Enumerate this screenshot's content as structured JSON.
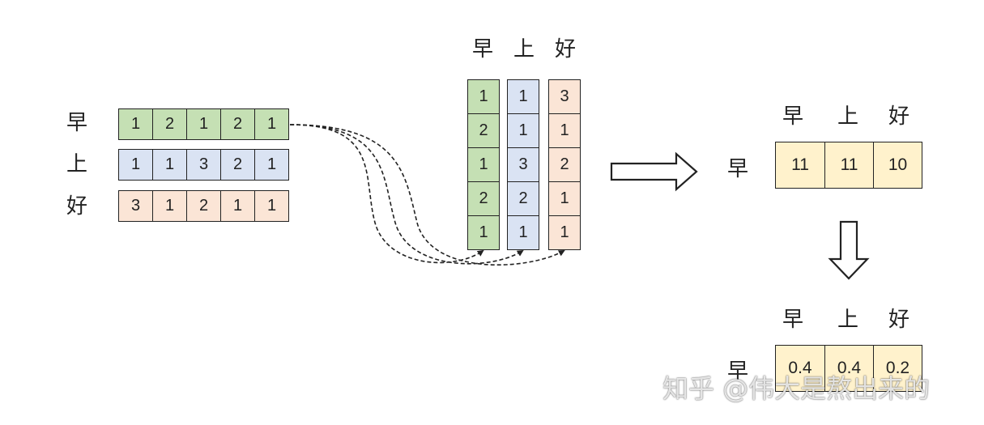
{
  "rows": {
    "labels": [
      "早",
      "上",
      "好"
    ],
    "values": [
      [
        "1",
        "2",
        "1",
        "2",
        "1"
      ],
      [
        "1",
        "1",
        "3",
        "2",
        "1"
      ],
      [
        "3",
        "1",
        "2",
        "1",
        "1"
      ]
    ]
  },
  "columns": {
    "labels": [
      "早",
      "上",
      "好"
    ],
    "values": [
      [
        "1",
        "2",
        "1",
        "2",
        "1"
      ],
      [
        "1",
        "1",
        "3",
        "2",
        "1"
      ],
      [
        "3",
        "1",
        "2",
        "1",
        "1"
      ]
    ]
  },
  "scores": {
    "row_label": "早",
    "col_labels": [
      "早",
      "上",
      "好"
    ],
    "values": [
      "11",
      "11",
      "10"
    ]
  },
  "normalized": {
    "row_label": "早",
    "col_labels": [
      "早",
      "上",
      "好"
    ],
    "values": [
      "0.4",
      "0.4",
      "0.2"
    ]
  },
  "watermark": "知乎 @伟大是熬出来的",
  "colors": {
    "green": "#c5e0b4",
    "blue": "#dae3f3",
    "peach": "#fbe5d6",
    "yellow": "#fff2cc",
    "outline": "#222222"
  }
}
